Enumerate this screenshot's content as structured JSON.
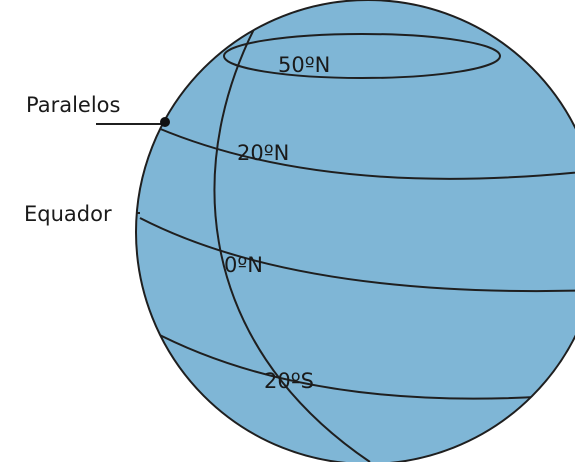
{
  "diagram": {
    "labels": {
      "paralelos": "Paralelos",
      "equador": "Equador"
    },
    "latitudes": {
      "lat_50n": "50ºN",
      "lat_20n": "20ºN",
      "lat_0n": "0ºN",
      "lat_20s": "20ºS"
    },
    "colors": {
      "globe_fill": "#7fb6d6",
      "line": "#1f1f1f",
      "background": "#ffffff"
    }
  }
}
